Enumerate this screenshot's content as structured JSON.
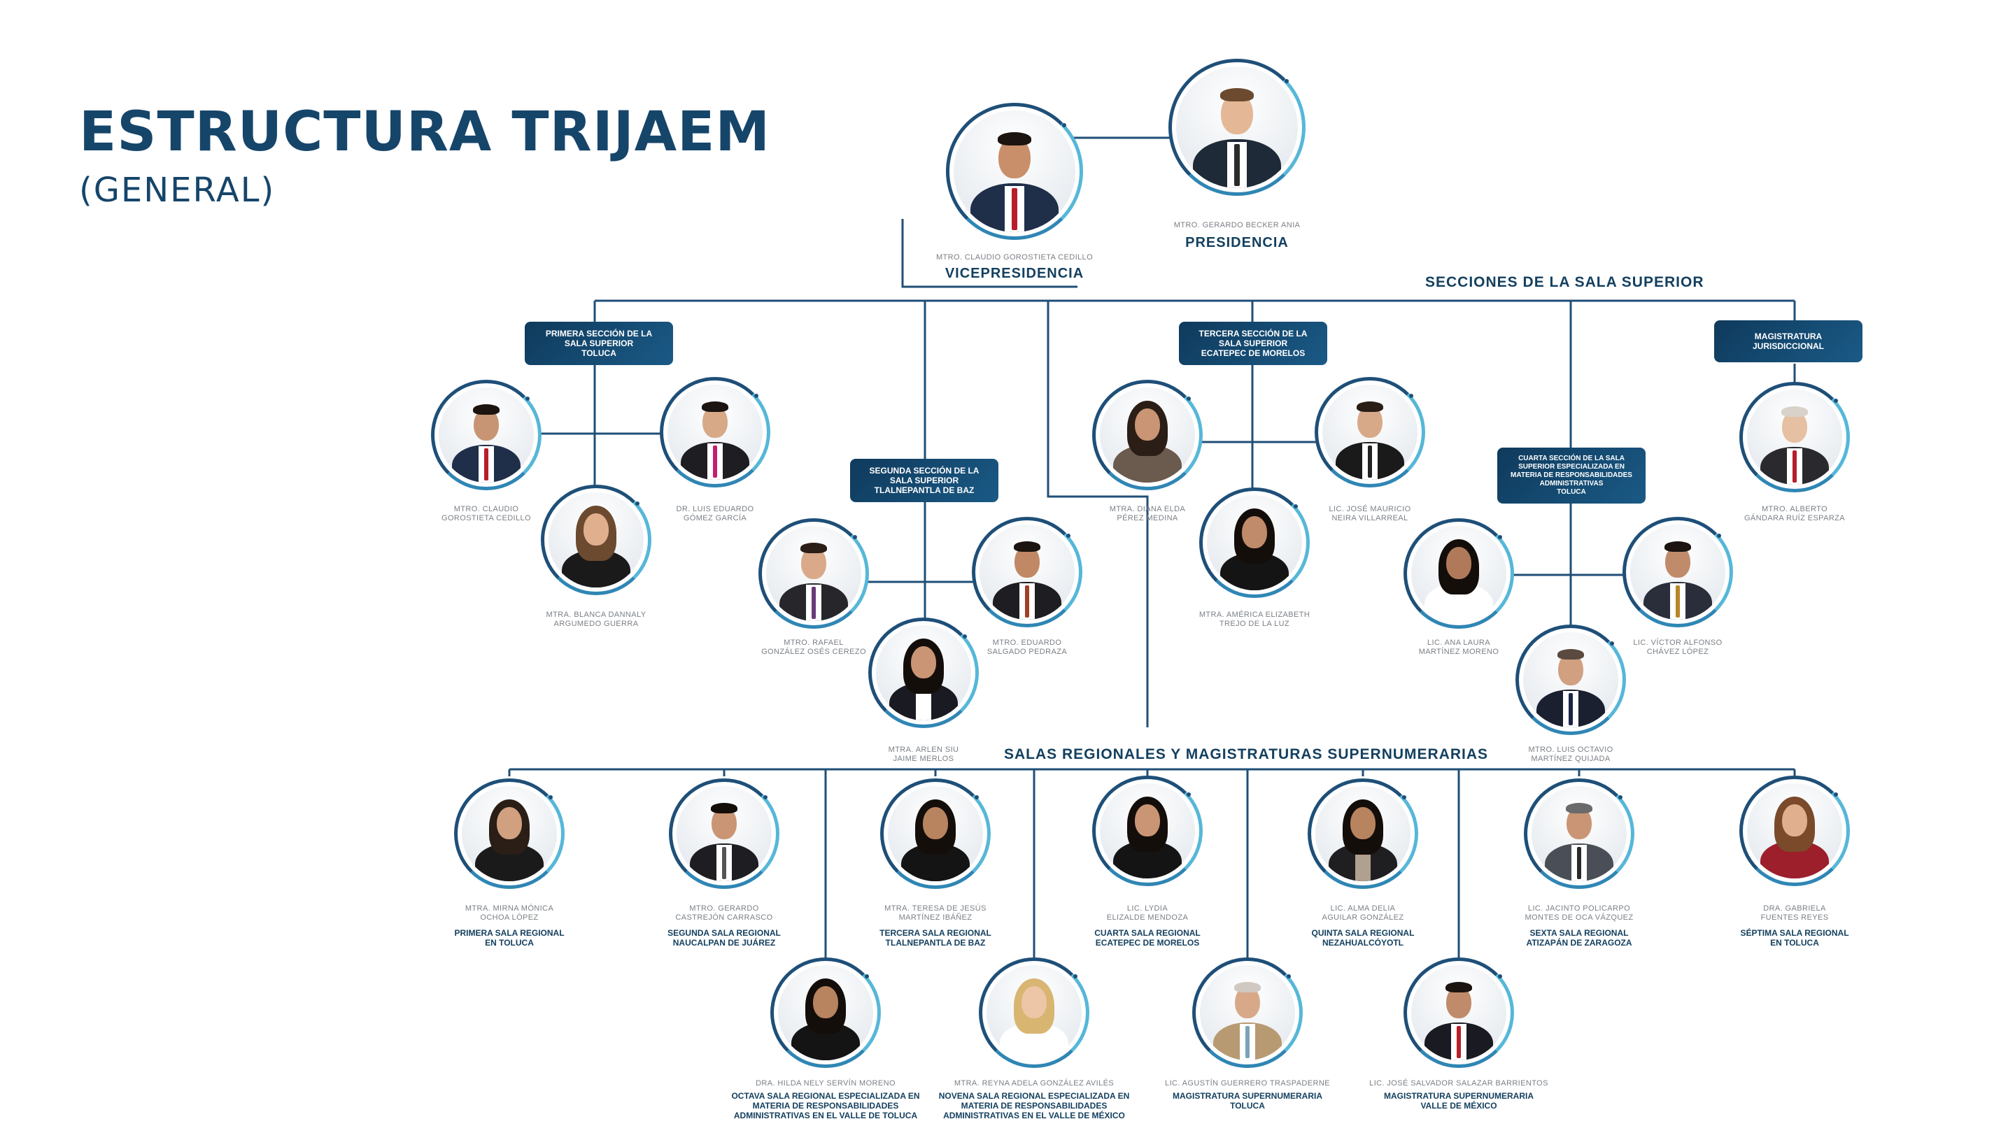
{
  "title": "ESTRUCTURA TRIJAEM",
  "subtitle": "(GENERAL)",
  "headings": {
    "secciones": "SECCIONES  DE LA SALA SUPERIOR",
    "salas": "SALAS REGIONALES Y MAGISTRATURAS SUPERNUMERARIAS"
  },
  "boxes": [
    {
      "lines": [
        "PRIMERA SECCIÓN DE LA",
        "SALA SUPERIOR",
        "TOLUCA"
      ]
    },
    {
      "lines": [
        "SEGUNDA SECCIÓN DE LA",
        "SALA SUPERIOR",
        "TLALNEPANTLA DE BAZ"
      ]
    },
    {
      "lines": [
        "TERCERA SECCIÓN DE LA",
        "SALA SUPERIOR",
        "ECATEPEC DE MORELOS"
      ]
    },
    {
      "lines": [
        "CUARTA SECCIÓN DE LA SALA",
        "SUPERIOR ESPECIALIZADA EN",
        "MATERIA DE RESPONSABILIDADES",
        "ADMINISTRATIVAS",
        "TOLUCA"
      ]
    },
    {
      "lines": [
        "MAGISTRATURA",
        "JURISDICCIONAL"
      ]
    }
  ],
  "people": [
    {
      "name": [
        "MTRO. GERARDO BECKER ANIA"
      ],
      "role": [
        "PRESIDENCIA"
      ]
    },
    {
      "name": [
        "MTRO. CLAUDIO GOROSTIETA CEDILLO"
      ],
      "role": [
        "VICEPRESIDENCIA"
      ]
    },
    {
      "name": [
        "MTRO. CLAUDIO",
        "GOROSTIETA CEDILLO"
      ],
      "role": []
    },
    {
      "name": [
        "DR. LUIS EDUARDO",
        "GÓMEZ GARCÍA"
      ],
      "role": []
    },
    {
      "name": [
        "MTRA. BLANCA DANNALY",
        "ARGUMEDO GUERRA"
      ],
      "role": []
    },
    {
      "name": [
        "MTRO. RAFAEL",
        "GONZÁLEZ OSÉS CEREZO"
      ],
      "role": []
    },
    {
      "name": [
        "MTRO. EDUARDO",
        "SALGADO PEDRAZA"
      ],
      "role": []
    },
    {
      "name": [
        "MTRA. ARLEN SIU",
        "JAIME MERLOS"
      ],
      "role": []
    },
    {
      "name": [
        "MTRA. DIANA ELDA",
        "PÉREZ MEDINA"
      ],
      "role": []
    },
    {
      "name": [
        "LIC. JOSÉ MAURICIO",
        "NEIRA VILLARREAL"
      ],
      "role": []
    },
    {
      "name": [
        "MTRA. AMÉRICA ELIZABETH",
        "TREJO DE LA LUZ"
      ],
      "role": []
    },
    {
      "name": [
        "LIC. ANA LAURA",
        "MARTÍNEZ MORENO"
      ],
      "role": []
    },
    {
      "name": [
        "LIC. VÍCTOR ALFONSO",
        "CHÁVEZ LÓPEZ"
      ],
      "role": []
    },
    {
      "name": [
        "MTRO. LUIS OCTAVIO",
        "MARTÍNEZ QUIJADA"
      ],
      "role": []
    },
    {
      "name": [
        "MTRO. ALBERTO",
        "GÁNDARA RUÍZ ESPARZA"
      ],
      "role": []
    },
    {
      "name": [
        "MTRA. MIRNA MÓNICA",
        "OCHOA LÓPEZ"
      ],
      "role": [
        "PRIMERA SALA REGIONAL",
        "EN TOLUCA"
      ]
    },
    {
      "name": [
        "MTRO. GERARDO",
        "CASTREJÓN CARRASCO"
      ],
      "role": [
        "SEGUNDA SALA REGIONAL",
        "NAUCALPAN DE JUÁREZ"
      ]
    },
    {
      "name": [
        "MTRA. TERESA DE JESÚS",
        "MARTÍNEZ IBÁÑEZ"
      ],
      "role": [
        "TERCERA SALA REGIONAL",
        "TLALNEPANTLA DE BAZ"
      ]
    },
    {
      "name": [
        "LIC. LYDIA",
        "ELIZALDE MENDOZA"
      ],
      "role": [
        "CUARTA SALA REGIONAL",
        "ECATEPEC DE MORELOS"
      ]
    },
    {
      "name": [
        "LIC. ALMA DELIA",
        "AGUILAR GONZÁLEZ"
      ],
      "role": [
        "QUINTA SALA REGIONAL",
        "NEZAHUALCÓYOTL"
      ]
    },
    {
      "name": [
        "LIC. JACINTO POLICARPO",
        "MONTES DE OCA VÁZQUEZ"
      ],
      "role": [
        "SEXTA SALA REGIONAL",
        "ATIZAPÁN DE ZARAGOZA"
      ]
    },
    {
      "name": [
        "DRA. GABRIELA",
        "FUENTES REYES"
      ],
      "role": [
        "SÉPTIMA SALA REGIONAL",
        "EN TOLUCA"
      ]
    },
    {
      "name": [
        "DRA. HILDA NELY SERVÍN MORENO"
      ],
      "role": [
        "OCTAVA SALA REGIONAL ESPECIALIZADA EN",
        "MATERIA DE RESPONSABILIDADES",
        "ADMINISTRATIVAS EN EL VALLE DE TOLUCA"
      ]
    },
    {
      "name": [
        "MTRA. REYNA ADELA GONZÁLEZ AVILÉS"
      ],
      "role": [
        "NOVENA SALA REGIONAL ESPECIALIZADA EN",
        "MATERIA DE RESPONSABILIDADES",
        "ADMINISTRATIVAS EN EL VALLE DE MÉXICO"
      ]
    },
    {
      "name": [
        "LIC. AGUSTÍN GUERRERO TRASPADERNE"
      ],
      "role": [
        "MAGISTRATURA SUPERNUMERARIA",
        "TOLUCA"
      ]
    },
    {
      "name": [
        "LIC. JOSÉ SALVADOR SALAZAR BARRIENTOS"
      ],
      "role": [
        "MAGISTRATURA SUPERNUMERARIA",
        "VALLE DE MÉXICO"
      ]
    }
  ]
}
